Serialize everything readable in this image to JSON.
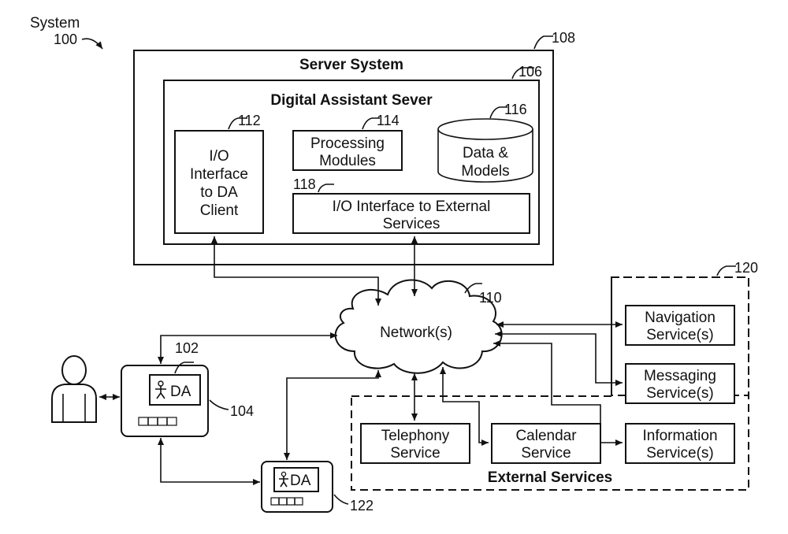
{
  "system": {
    "label": "System",
    "ref": "100"
  },
  "server_system": {
    "title": "Server System",
    "ref": "108"
  },
  "da_server": {
    "title": "Digital Assistant Sever",
    "ref": "106"
  },
  "io_client": {
    "lines": [
      "I/O",
      "Interface",
      "to DA",
      "Client"
    ],
    "ref": "112"
  },
  "processing": {
    "lines": [
      "Processing",
      "Modules"
    ],
    "ref": "114"
  },
  "data_models": {
    "lines": [
      "Data &",
      "Models"
    ],
    "ref": "116"
  },
  "io_external": {
    "lines": [
      "I/O Interface to External",
      "Services"
    ],
    "ref": "118"
  },
  "network": {
    "label": "Network(s)",
    "ref": "110"
  },
  "external_services": {
    "title": "External Services",
    "ref": "120"
  },
  "navigation": {
    "lines": [
      "Navigation",
      "Service(s)"
    ]
  },
  "messaging": {
    "lines": [
      "Messaging",
      "Service(s)"
    ]
  },
  "information": {
    "lines": [
      "Information",
      "Service(s)"
    ]
  },
  "telephony": {
    "lines": [
      "Telephony",
      "Service"
    ]
  },
  "calendar": {
    "lines": [
      "Calendar",
      "Service"
    ]
  },
  "device_104": {
    "screen": "DA",
    "ref": "104",
    "client_ref": "102"
  },
  "device_122": {
    "screen": "DA",
    "ref": "122"
  }
}
